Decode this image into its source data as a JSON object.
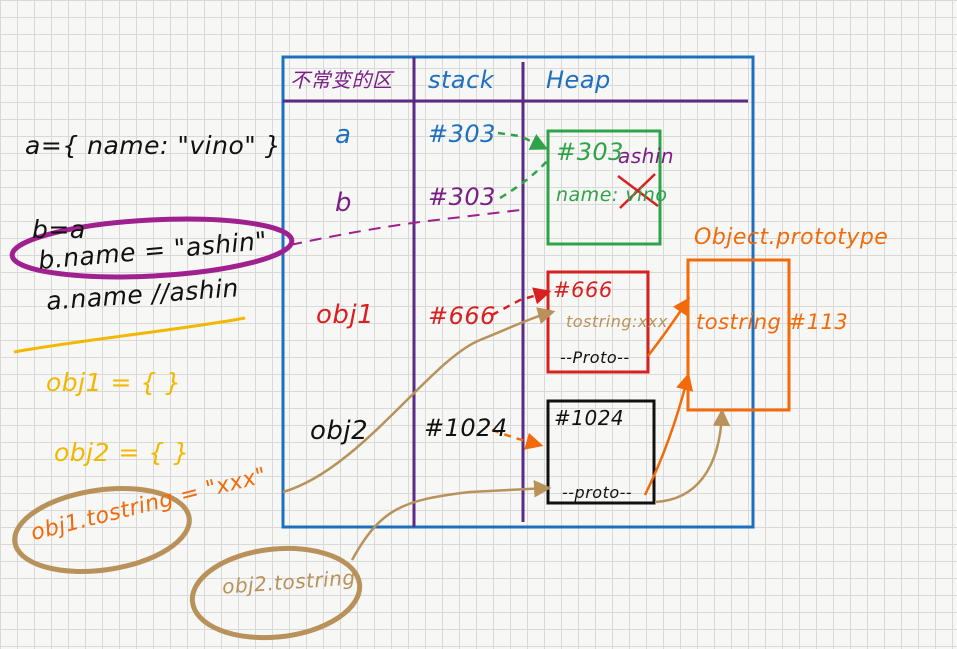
{
  "table": {
    "headers": [
      "不常变的区",
      "stack",
      "Heap"
    ]
  },
  "stack_rows": [
    {
      "var": "a",
      "addr": "#303"
    },
    {
      "var": "b",
      "addr": "#303"
    },
    {
      "var": "obj1",
      "addr": "#666"
    },
    {
      "var": "obj2",
      "addr": "#1024"
    }
  ],
  "heap": {
    "box_303": {
      "addr": "#303",
      "prop": "name: vino",
      "new_value": "ashin"
    },
    "box_666": {
      "addr": "#666",
      "prop": "tostring:xxx",
      "proto": "--Proto--"
    },
    "box_1024": {
      "addr": "#1024",
      "proto": "--proto--"
    },
    "prototype": {
      "title": "Object.prototype",
      "prop": "tostring #113"
    }
  },
  "code_lines": {
    "line1": "a={ name: \"vino\" }",
    "line2": "b=a",
    "line3": "b.name = \"ashin\"",
    "line4": "a.name //ashin",
    "line5": "obj1 = { }",
    "line6": "obj2 = { }",
    "line7": "obj1.tostring = \"xxx\"",
    "line8": "obj2.tostring"
  },
  "colors": {
    "table_border": "#1f6fbf",
    "header_rule": "#5b2a86",
    "column_divider": "#5b2a86",
    "box_303": "#2ea34a",
    "box_666": "#d92020",
    "box_1024": "#111111",
    "prototype": "#f26a0a",
    "highlight_ellipse": "#a0208f",
    "tan_lines": "#b8925a",
    "yellow": "#f2b800"
  }
}
